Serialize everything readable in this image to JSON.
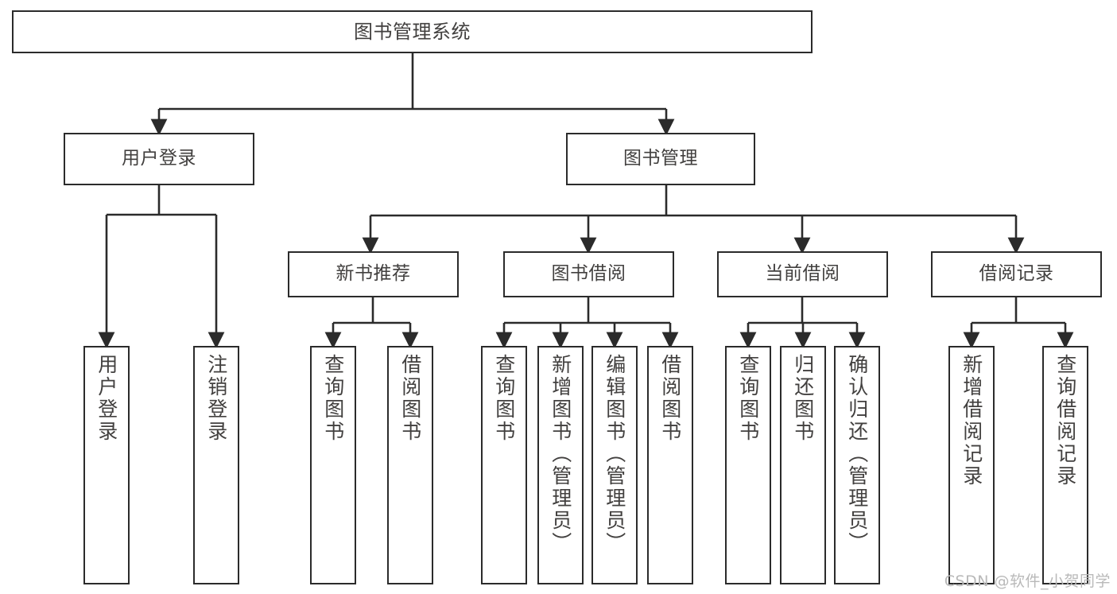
{
  "diagram": {
    "title": "图书管理系统",
    "type": "tree-hierarchy-diagram",
    "colors": {
      "border": "#2b2b2b",
      "text": "#42403f",
      "background": "#ffffff",
      "watermark": "#b9b9b9"
    },
    "root": {
      "id": "root",
      "label": "图书管理系统"
    },
    "level1": [
      {
        "id": "user-login",
        "label": "用户登录"
      },
      {
        "id": "book-manage",
        "label": "图书管理"
      }
    ],
    "level2": [
      {
        "id": "new-book-recommend",
        "label": "新书推荐",
        "parent": "book-manage"
      },
      {
        "id": "book-borrow",
        "label": "图书借阅",
        "parent": "book-manage"
      },
      {
        "id": "current-borrow",
        "label": "当前借阅",
        "parent": "book-manage"
      },
      {
        "id": "borrow-record",
        "label": "借阅记录",
        "parent": "book-manage"
      }
    ],
    "leaves": [
      {
        "id": "leaf-user-login",
        "label": "用户登录",
        "parent": "user-login"
      },
      {
        "id": "leaf-user-logout",
        "label": "注销登录",
        "parent": "user-login"
      },
      {
        "id": "leaf-query-book-1",
        "label": "查询图书",
        "parent": "new-book-recommend"
      },
      {
        "id": "leaf-borrow-book-1",
        "label": "借阅图书",
        "parent": "new-book-recommend"
      },
      {
        "id": "leaf-query-book-2",
        "label": "查询图书",
        "parent": "book-borrow"
      },
      {
        "id": "leaf-add-book",
        "label": "新增图书（管理员）",
        "parent": "book-borrow"
      },
      {
        "id": "leaf-edit-book",
        "label": "编辑图书（管理员）",
        "parent": "book-borrow"
      },
      {
        "id": "leaf-borrow-book-2",
        "label": "借阅图书",
        "parent": "book-borrow"
      },
      {
        "id": "leaf-query-book-3",
        "label": "查询图书",
        "parent": "current-borrow"
      },
      {
        "id": "leaf-return-book",
        "label": "归还图书",
        "parent": "current-borrow"
      },
      {
        "id": "leaf-confirm-return",
        "label": "确认归还（管理员）",
        "parent": "current-borrow"
      },
      {
        "id": "leaf-add-record",
        "label": "新增借阅记录",
        "parent": "borrow-record"
      },
      {
        "id": "leaf-query-record",
        "label": "查询借阅记录",
        "parent": "borrow-record"
      }
    ],
    "watermark": "CSDN @软件_小贺同学"
  }
}
